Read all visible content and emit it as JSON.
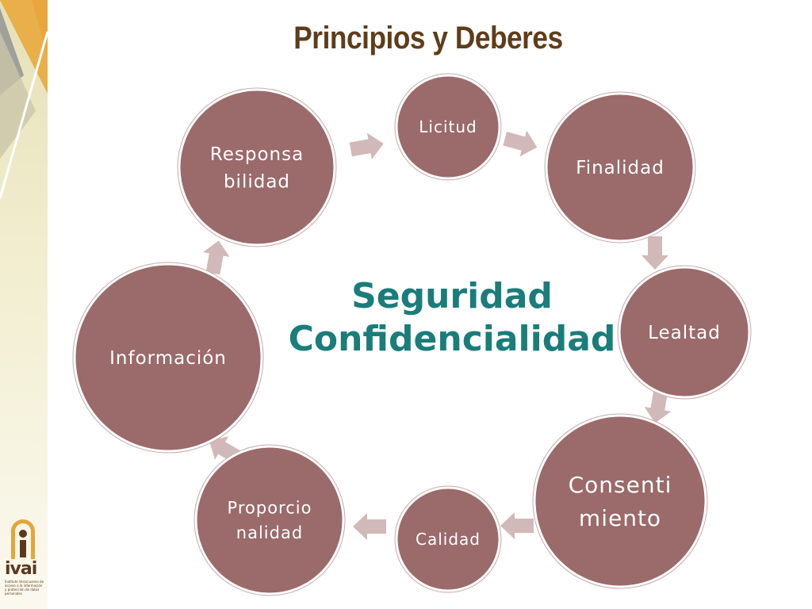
{
  "title": "Principios y Deberes",
  "center": {
    "line1": "Seguridad",
    "line2": "Confidencialidad",
    "color": "#1a7d7a"
  },
  "nodes": [
    {
      "id": "licitud",
      "lines": [
        "Licitud"
      ]
    },
    {
      "id": "finalidad",
      "lines": [
        "Finalidad"
      ]
    },
    {
      "id": "lealtad",
      "lines": [
        "Lealtad"
      ]
    },
    {
      "id": "consentimiento",
      "lines": [
        "Consenti",
        "miento"
      ]
    },
    {
      "id": "calidad",
      "lines": [
        "Calidad"
      ]
    },
    {
      "id": "proporcionalidad",
      "lines": [
        "Proporcio",
        "nalidad"
      ]
    },
    {
      "id": "informacion",
      "lines": [
        "Información"
      ]
    },
    {
      "id": "responsabilidad",
      "lines": [
        "Responsa",
        "bilidad"
      ]
    }
  ],
  "colors": {
    "node_fill": "#9b6a6b",
    "arrow_fill": "#d2b9b9",
    "title": "#5e3d1b",
    "accent": "#e4a53a"
  },
  "logo": {
    "word": "ivai",
    "tagline": "Instituto Veracruzano de acceso a la información y protección de datos personales"
  }
}
